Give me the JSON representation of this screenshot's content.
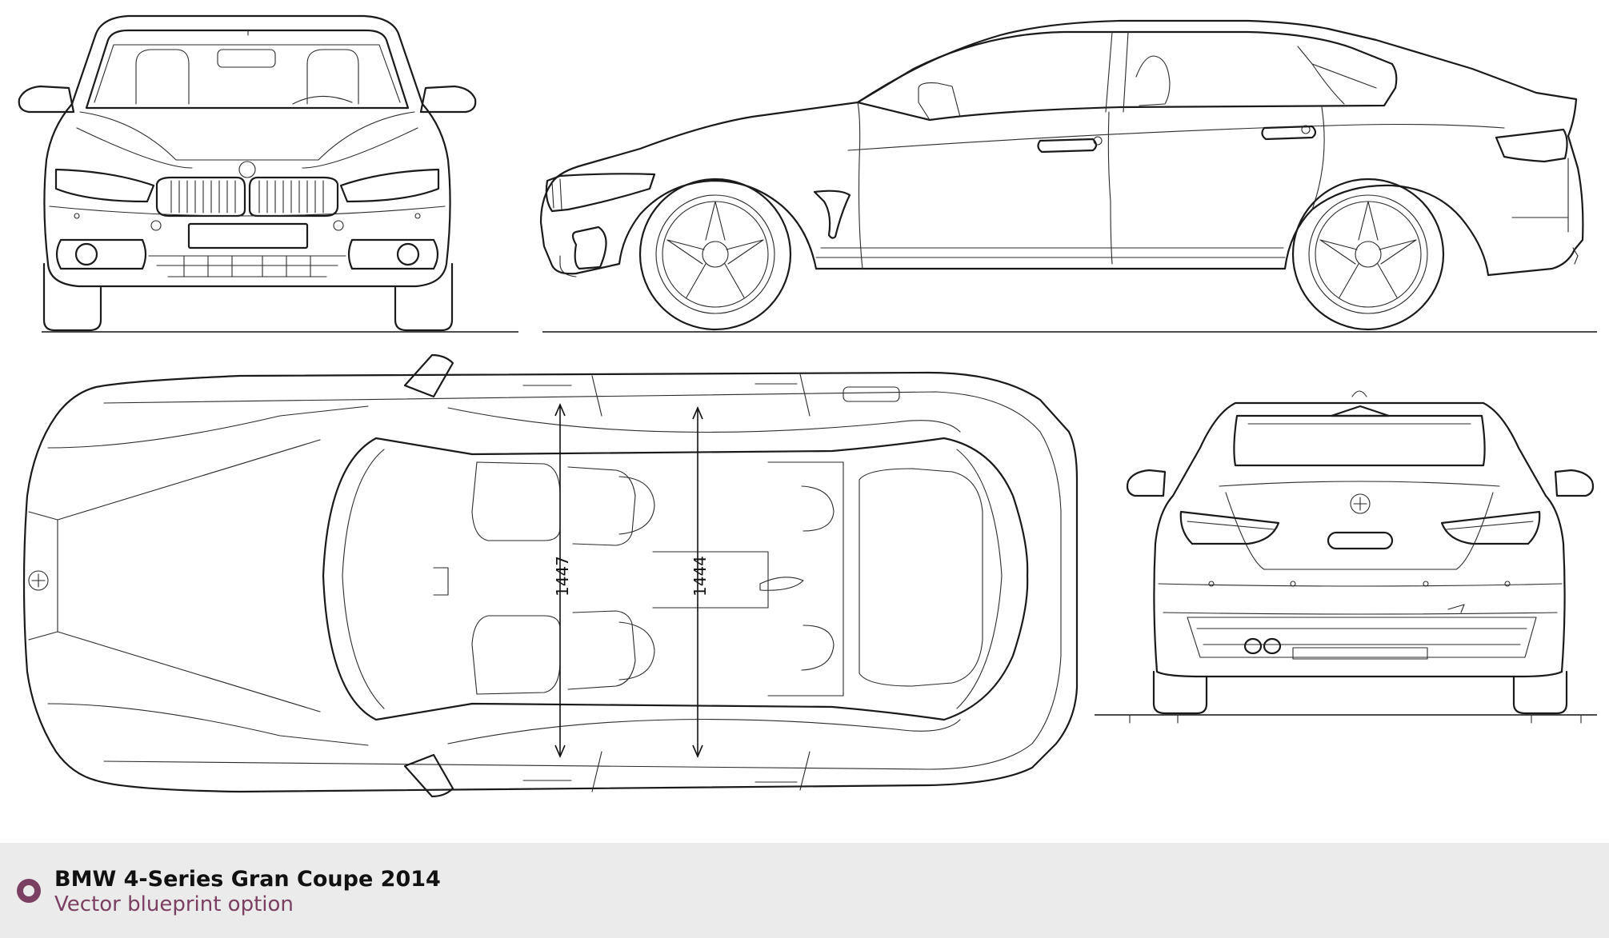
{
  "footer": {
    "title": "BMW 4-Series Gran Coupe 2014",
    "subtitle": "Vector blueprint option",
    "accent_color": "#7b3f62",
    "background_color": "#ebebeb"
  },
  "blueprint": {
    "views": [
      "front",
      "side",
      "top",
      "rear"
    ],
    "dimensions": {
      "front_interior_width": "1447",
      "rear_interior_width": "1444"
    }
  }
}
